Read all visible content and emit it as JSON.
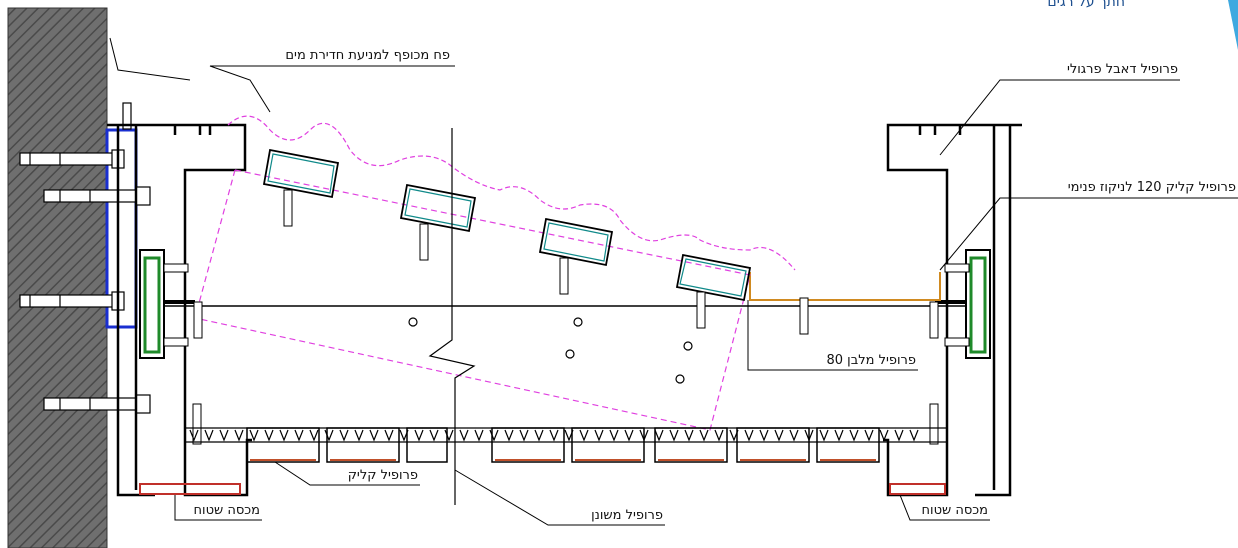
{
  "title": "חתך על רגים",
  "labels": {
    "bent_sheet": "פח מכופף למניעת חדירת מים",
    "pergola_double": "פרופיל דאבל פרגולי",
    "click120": "פרופיל קליק 120 לניקוז פנימי",
    "profile80": "פרופיל  מלבן 80",
    "click_profile": "פרופיל קליק",
    "toothed_profile": "פרופיל משונן",
    "flat_cover_left": "מכסה שטוח",
    "flat_cover_right": "מכסה שטוח"
  },
  "colors": {
    "line": "#000000",
    "dash_pink": "#e040e0",
    "plate_blue": "#1a2fd0",
    "gasket_green": "#1f8a2a",
    "cover_red": "#c0302a",
    "gutter_orange": "#d08a20",
    "beam_cyan": "#108a8a",
    "title_blue": "#1d4f8f"
  }
}
